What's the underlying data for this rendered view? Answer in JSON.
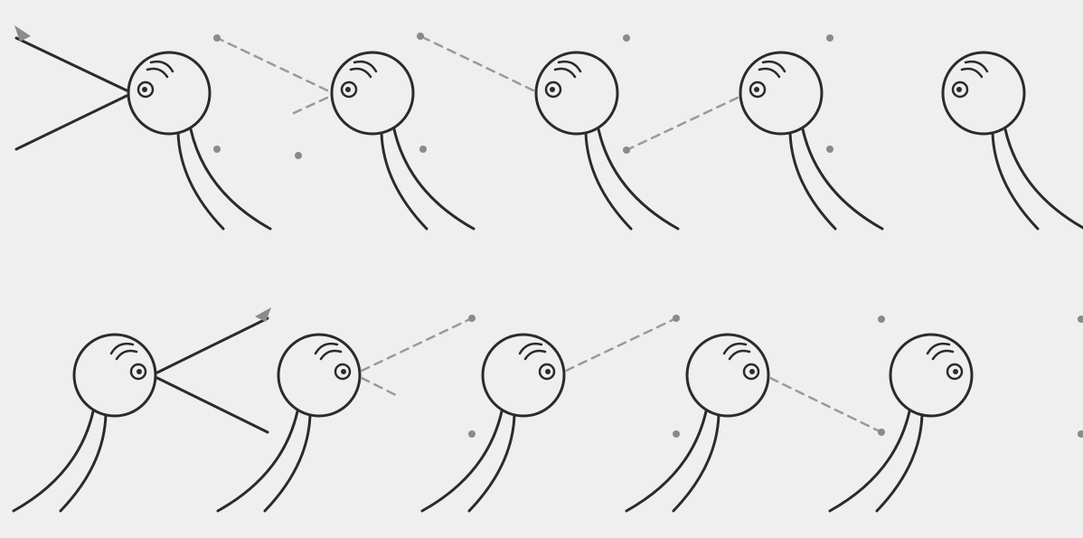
{
  "worksheet": {
    "rows": [
      {
        "name": "row-1",
        "birds": 5,
        "beak": "open-wide",
        "facing": "left",
        "trace_start": "left-of-first-bird"
      },
      {
        "name": "row-2",
        "birds": 5,
        "beak": "open-wide",
        "facing": "right",
        "trace_start": "right-of-first-bird"
      }
    ],
    "line_style": "dashed",
    "colors": {
      "background": "#efefef",
      "ink": "#2b2b2b",
      "dashed_guide": "#9a9a9a",
      "dot": "#8a8a8a"
    },
    "icons": [
      "bird-outline-icon",
      "arrow-start-icon",
      "guide-dot-icon"
    ]
  }
}
